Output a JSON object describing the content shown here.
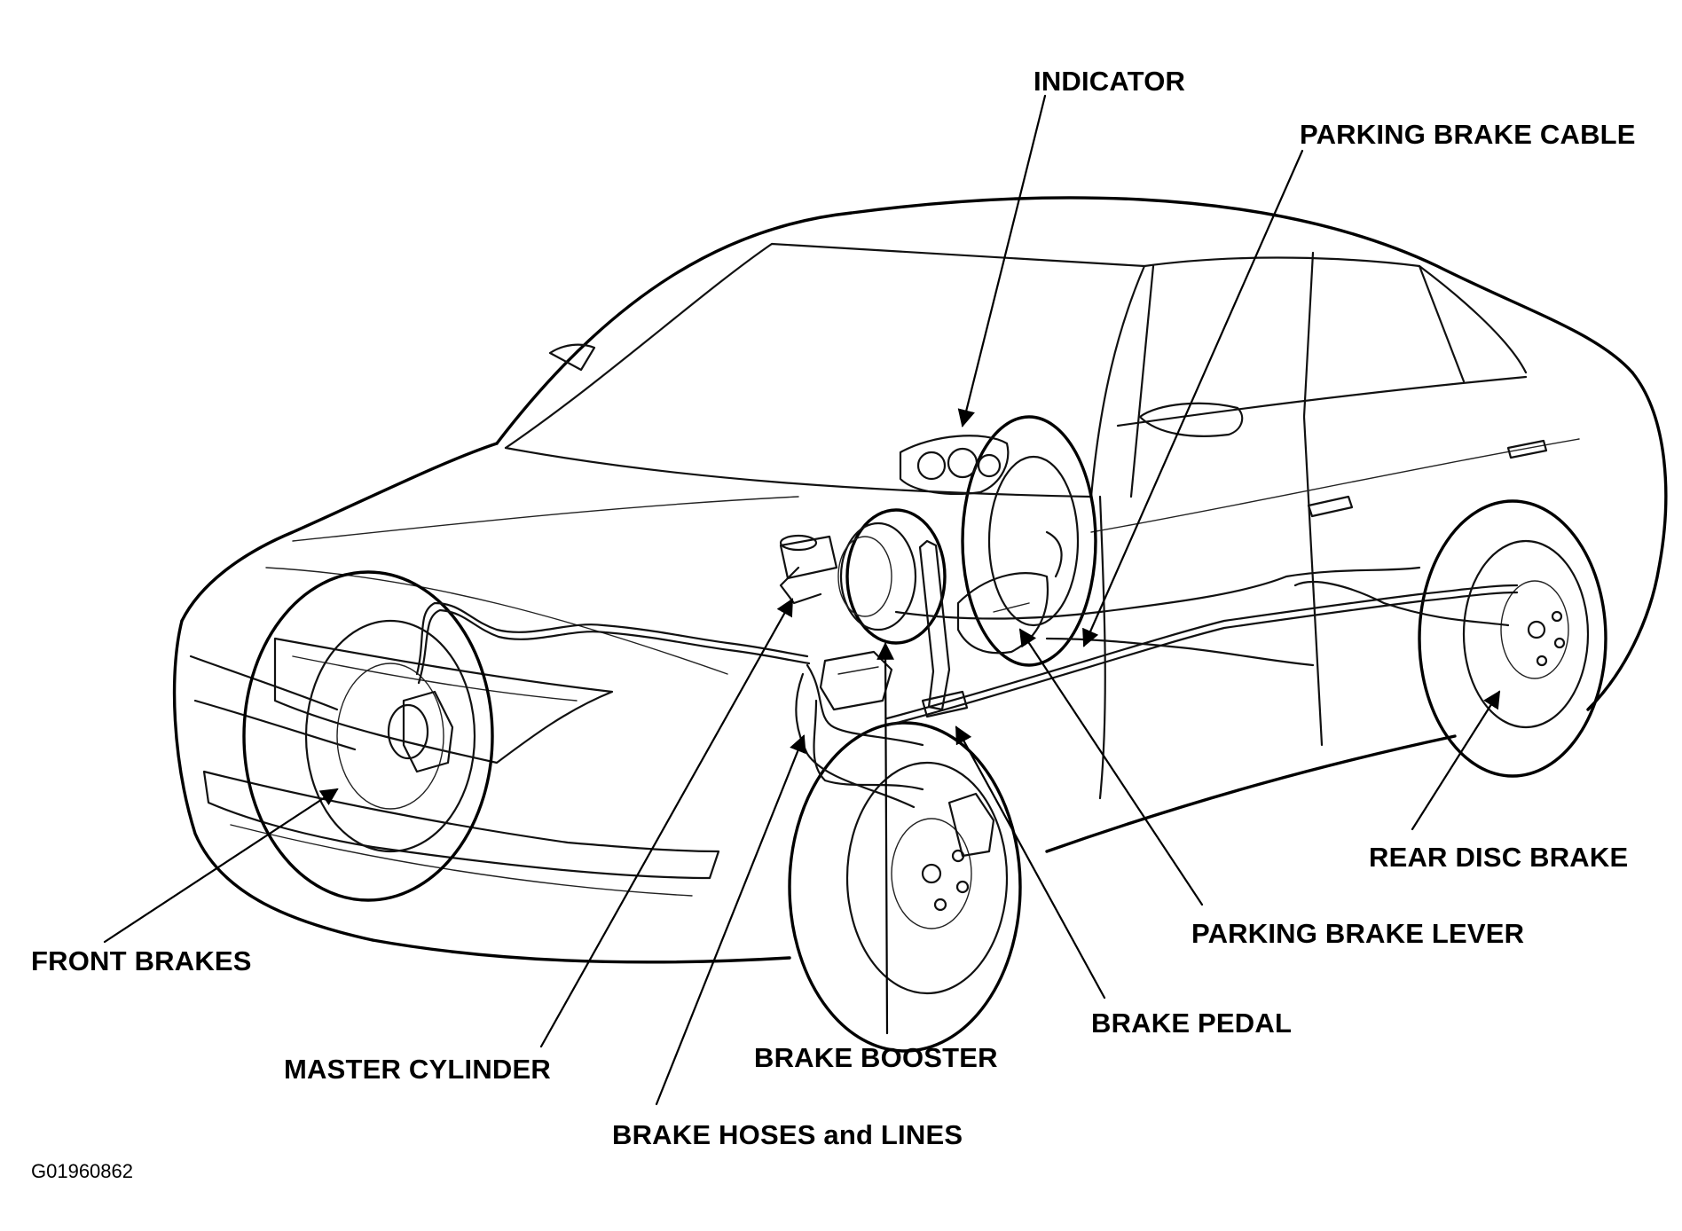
{
  "labels": {
    "indicator": "INDICATOR",
    "parking_brake_cable": "PARKING BRAKE CABLE",
    "front_brakes": "FRONT BRAKES",
    "master_cylinder": "MASTER CYLINDER",
    "brake_booster": "BRAKE BOOSTER",
    "brake_hoses_and_lines": "BRAKE HOSES and LINES",
    "brake_pedal": "BRAKE PEDAL",
    "parking_brake_lever": "PARKING BRAKE LEVER",
    "rear_disc_brake": "REAR DISC BRAKE"
  },
  "figure_code": "G01960862"
}
